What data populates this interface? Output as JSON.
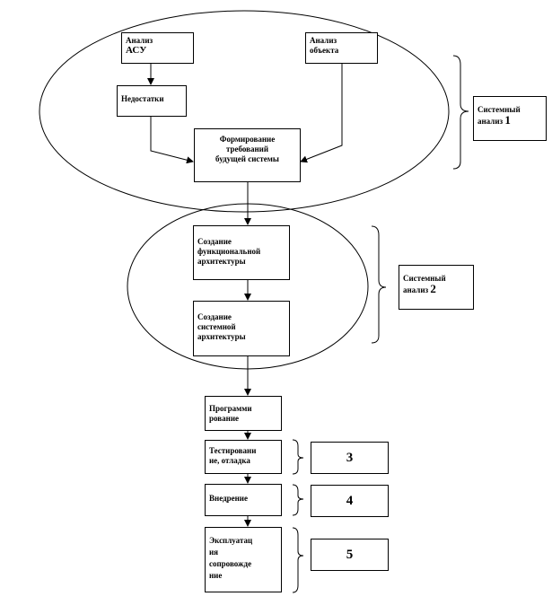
{
  "boxes": {
    "analysis_asu": [
      "Анализ",
      "АСУ"
    ],
    "analysis_object": [
      "Анализ",
      "объекта"
    ],
    "shortcomings": [
      "Недостатки"
    ],
    "requirements": [
      "Формирование",
      "требований",
      "будущей системы"
    ],
    "functional_arch": [
      "Создание",
      "функциональной",
      "архитектуры"
    ],
    "system_arch": [
      "Создание",
      "системной",
      "архитектуры"
    ],
    "programming": [
      "Программи",
      "рование"
    ],
    "testing": [
      "Тестировани",
      "ие, отладка"
    ],
    "implementation": [
      "Внедрение"
    ],
    "operation": [
      "Эксплуатац",
      "ия",
      "сопровожде",
      "ние"
    ]
  },
  "labels": {
    "system_analysis_1": {
      "text": "Системный",
      "text2": "анализ",
      "num": "1"
    },
    "system_analysis_2": {
      "text": "Системный",
      "text2": "анализ",
      "num": "2"
    },
    "stage_3": "3",
    "stage_4": "4",
    "stage_5": "5"
  }
}
